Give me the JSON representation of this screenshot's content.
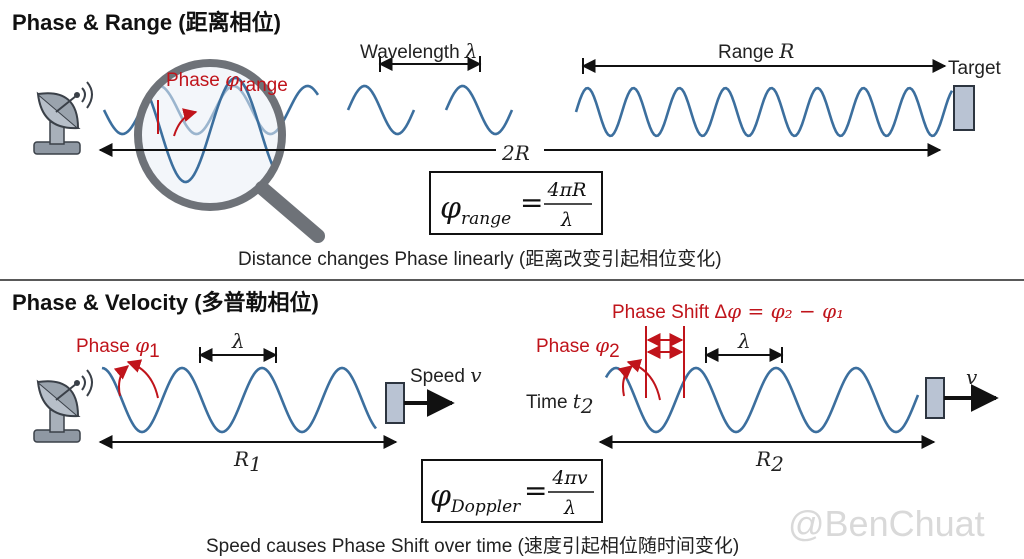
{
  "section1": {
    "title": "Phase & Range (距离相位)",
    "phase_label": "Phase ",
    "phase_symbol": "φ",
    "phase_sub": "range",
    "wavelength_label": "Wavelength ",
    "wavelength_symbol": "λ",
    "range_label": "Range ",
    "range_symbol": "R",
    "target_label": "Target",
    "round_trip_label": "2R",
    "formula": {
      "lhs": "φ",
      "lhs_sub": "range",
      "eq": "=",
      "numerator": "4πR",
      "denominator": "λ"
    },
    "caption": "Distance changes Phase linearly (距离改变引起相位变化)"
  },
  "section2": {
    "title": "Phase & Velocity (多普勒相位)",
    "phase1_label": "Phase ",
    "phase1_symbol": "φ",
    "phase1_sub": "1",
    "phase2_label": "Phase ",
    "phase2_symbol": "φ",
    "phase2_sub": "2",
    "shift_label": "Phase Shift Δ",
    "shift_expr": "φ = φ₂ − φ₁",
    "lambda_left": "λ",
    "lambda_right": "λ",
    "speed_label": "Speed ",
    "speed_symbol": "v",
    "v_right": "v",
    "time_label": "Time ",
    "time_symbol": "t",
    "time_sub": "2",
    "r1_symbol": "R",
    "r1_sub": "1",
    "r2_symbol": "R",
    "r2_sub": "2",
    "formula": {
      "lhs": "φ",
      "lhs_sub": "Doppler",
      "eq": "=",
      "numerator": "4πv",
      "denominator": "λ"
    },
    "caption": "Speed causes Phase Shift over time (速度引起相位随时间变化)"
  },
  "watermark": "@BenChuat",
  "colors": {
    "wave": "#3c6f9e",
    "accent_red": "#c0141b",
    "target_fill": "#b9c3d3",
    "radar_gray": "#9aa3ad"
  },
  "icons": [
    "radar-dish-icon",
    "magnifier-icon",
    "target-block-icon"
  ]
}
